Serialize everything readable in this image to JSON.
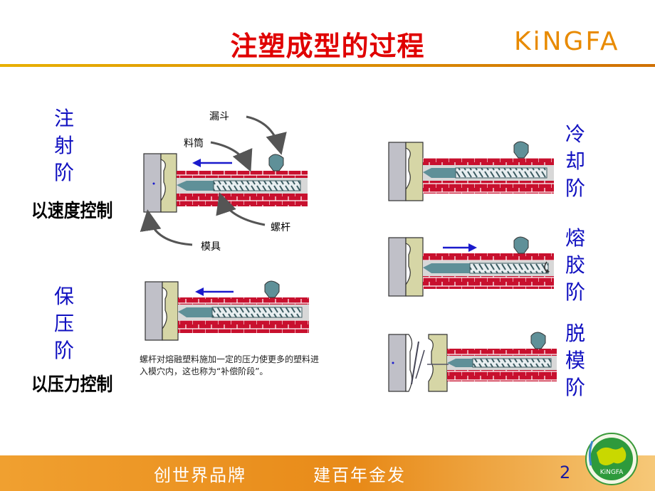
{
  "header": {
    "title": "注塑成型的过程",
    "logo": "KiNGFA"
  },
  "stages": {
    "injection": {
      "label": "注射阶",
      "control": "以速度控制"
    },
    "holding": {
      "label": "保压阶",
      "control": "以压力控制"
    },
    "cooling": {
      "label": "冷却阶"
    },
    "melting": {
      "label": "熔胶阶"
    },
    "ejection": {
      "label": "脱模阶"
    }
  },
  "labels": {
    "hopper": "漏斗",
    "barrel": "料筒",
    "screw": "螺杆",
    "mold": "模具"
  },
  "note": "螺杆对熔融塑料施加一定的压力使更多的塑料进入模穴内，这也称为“补偿阶段”。",
  "footer": {
    "slogan_left": "创世界品牌",
    "slogan_right": "建百年金发",
    "page": "2",
    "badge": "KiNGFA"
  },
  "colors": {
    "title": "#e00000",
    "stage": "#1010c0",
    "brick": "#c8102e",
    "mold": "#c0c0c8",
    "plastic": "#d6d6a6",
    "screw": "#5f9098",
    "arrow": "#1a1acc",
    "footer": "#ec9326"
  },
  "icons": {
    "flow_arrow": "left-arrow",
    "pullback_arrow": "right-arrow",
    "rotation": "rotate-icon",
    "globe": "globe-icon"
  }
}
